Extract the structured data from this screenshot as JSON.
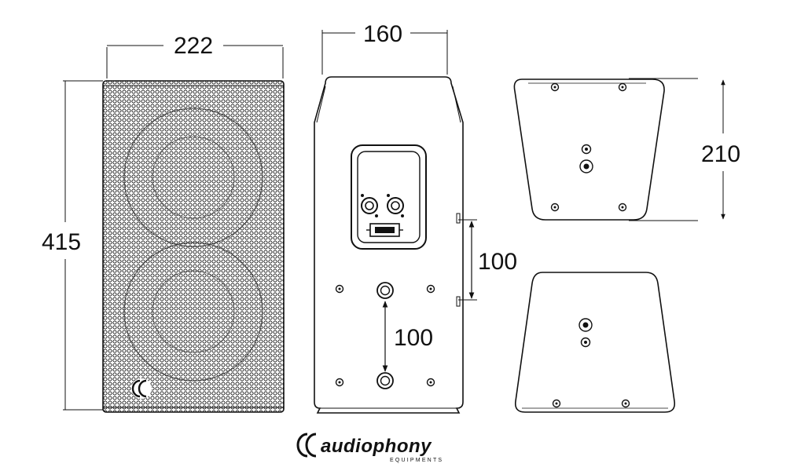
{
  "dimensions": {
    "front_width": "222",
    "side_depth": "160",
    "height": "415",
    "bracket_height": "210",
    "side_hole_spacing": "100",
    "rear_hole_spacing": "100"
  },
  "logo": {
    "brand": "audiophony",
    "tagline": "EQUIPMENTS"
  },
  "colors": {
    "line": "#111111",
    "background": "#ffffff"
  }
}
